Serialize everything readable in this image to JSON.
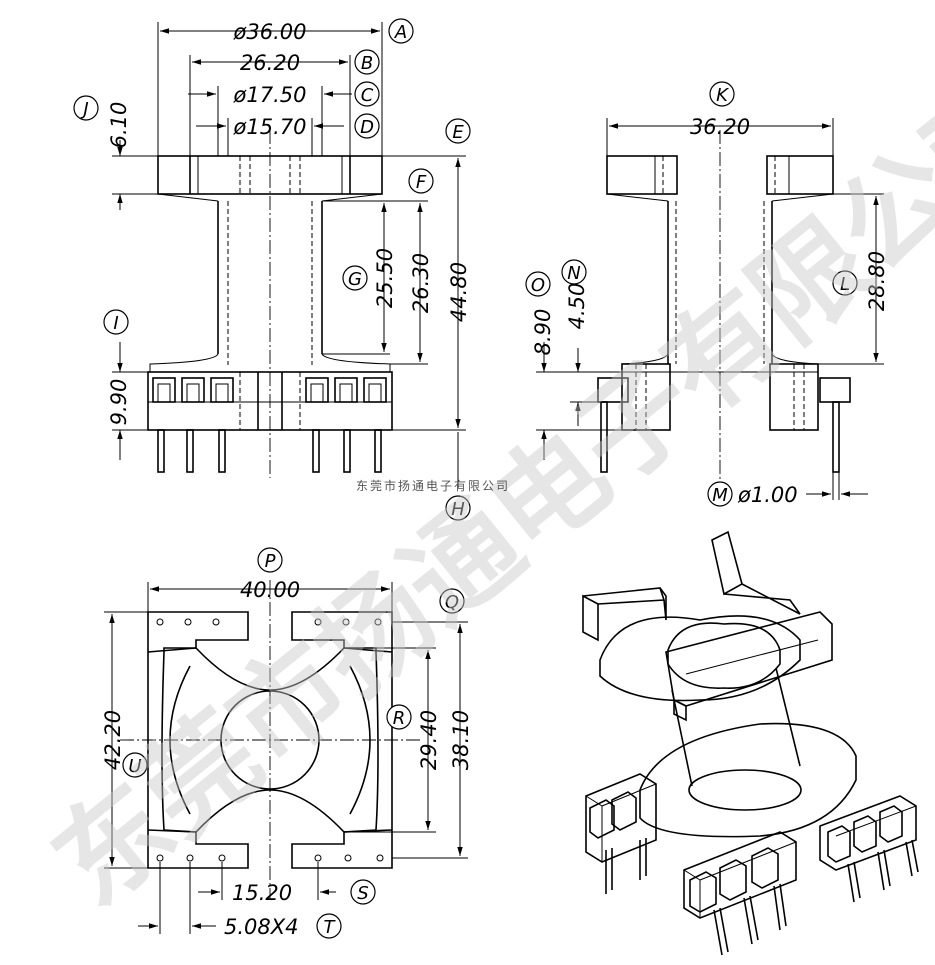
{
  "watermark": {
    "large_text": "东莞市扬通电子有限公司",
    "small_text": "东莞市扬通电子有限公司"
  },
  "front_view": {
    "dim_A": "ø36.00",
    "label_A": "A",
    "dim_B": "26.20",
    "label_B": "B",
    "dim_C": "ø17.50",
    "label_C": "C",
    "dim_D": "ø15.70",
    "label_D": "D",
    "label_E": "E",
    "label_F": "F",
    "dim_G": "25.50",
    "label_G": "G",
    "dim_G2": "26.30",
    "dim_E": "44.80",
    "label_H": "H",
    "dim_I": "9.90",
    "label_I": "I",
    "dim_J": "6.10",
    "label_J": "J"
  },
  "side_view": {
    "dim_K": "36.20",
    "label_K": "K",
    "dim_L": "28.80",
    "label_L": "L",
    "dim_M": "ø1.00",
    "label_M": "M",
    "dim_N": "4.50",
    "label_N": "N",
    "dim_O": "8.90",
    "label_O": "O"
  },
  "bottom_view": {
    "dim_P": "40.00",
    "label_P": "P",
    "label_Q": "Q",
    "dim_R": "29.40",
    "label_R": "R",
    "dim_Q": "38.10",
    "dim_U": "42.20",
    "label_U": "U",
    "dim_S": "15.20",
    "label_S": "S",
    "dim_T": "5.08X4",
    "label_T": "T"
  }
}
